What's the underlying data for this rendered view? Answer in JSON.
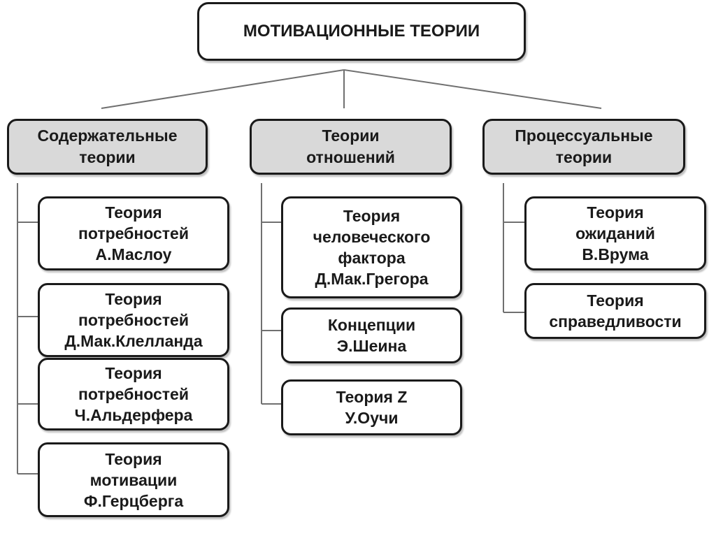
{
  "root": {
    "label": "МОТИВАЦИОННЫЕ ТЕОРИИ"
  },
  "categories": [
    {
      "lines": [
        "Содержательные",
        "теории"
      ],
      "theories": [
        {
          "lines": [
            "Теория",
            "потребностей",
            "А.Маслоу"
          ]
        },
        {
          "lines": [
            "Теория",
            "потребностей",
            "Д.Мак.Клелланда"
          ]
        },
        {
          "lines": [
            "Теория",
            "потребностей",
            "Ч.Альдерфера"
          ]
        },
        {
          "lines": [
            "Теория",
            "мотивации",
            "Ф.Герцберга"
          ]
        }
      ]
    },
    {
      "lines": [
        "Теории",
        "отношений"
      ],
      "theories": [
        {
          "lines": [
            "Теория",
            "человеческого",
            "фактора",
            "Д.Мак.Грегора"
          ]
        },
        {
          "lines": [
            "Концепции",
            "Э.Шеина"
          ]
        },
        {
          "lines": [
            "Теория Z",
            "У.Оучи"
          ]
        }
      ]
    },
    {
      "lines": [
        "Процессуальные",
        "теории"
      ],
      "theories": [
        {
          "lines": [
            "Теория",
            "ожиданий",
            "В.Врума"
          ]
        },
        {
          "lines": [
            "Теория",
            "справедливости"
          ]
        }
      ]
    }
  ]
}
